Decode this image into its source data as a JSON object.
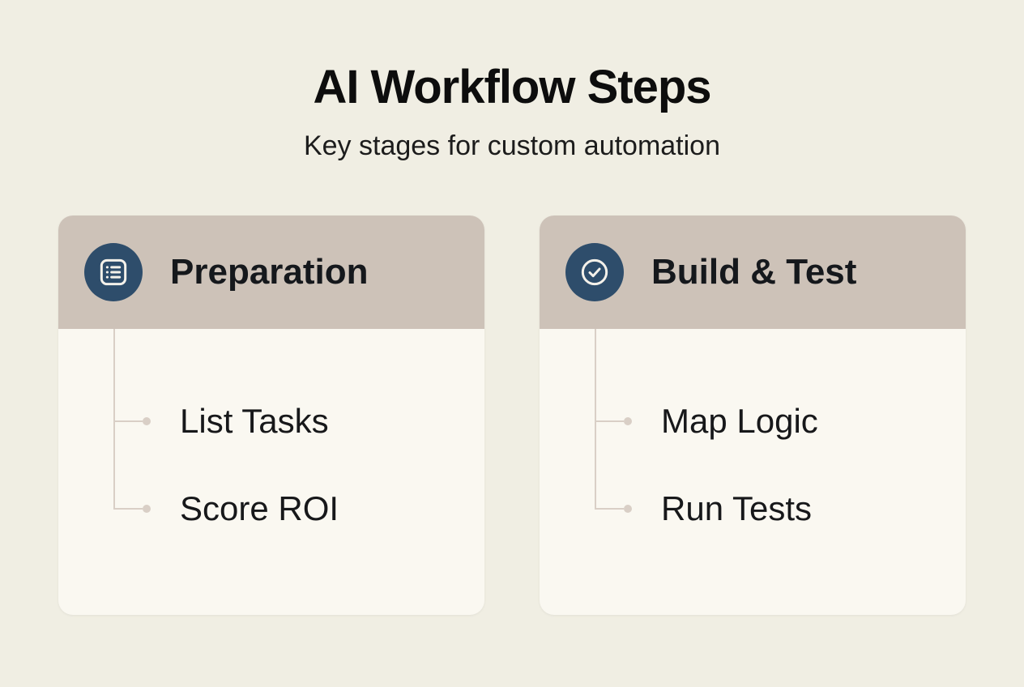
{
  "page": {
    "title": "AI Workflow Steps",
    "subtitle": "Key stages for custom automation"
  },
  "colors": {
    "background": "#f0eee3",
    "card_header": "#cdc2b8",
    "card_body": "#faf8f1",
    "icon_circle": "#2e4d6b",
    "icon_stroke": "#f4f1ea",
    "connector": "#d9cfc6",
    "text": "#141414"
  },
  "cards": [
    {
      "title": "Preparation",
      "icon": "checklist-icon",
      "items": [
        "List Tasks",
        "Score ROI"
      ]
    },
    {
      "title": "Build & Test",
      "icon": "check-circle-icon",
      "items": [
        "Map Logic",
        "Run Tests"
      ]
    }
  ]
}
